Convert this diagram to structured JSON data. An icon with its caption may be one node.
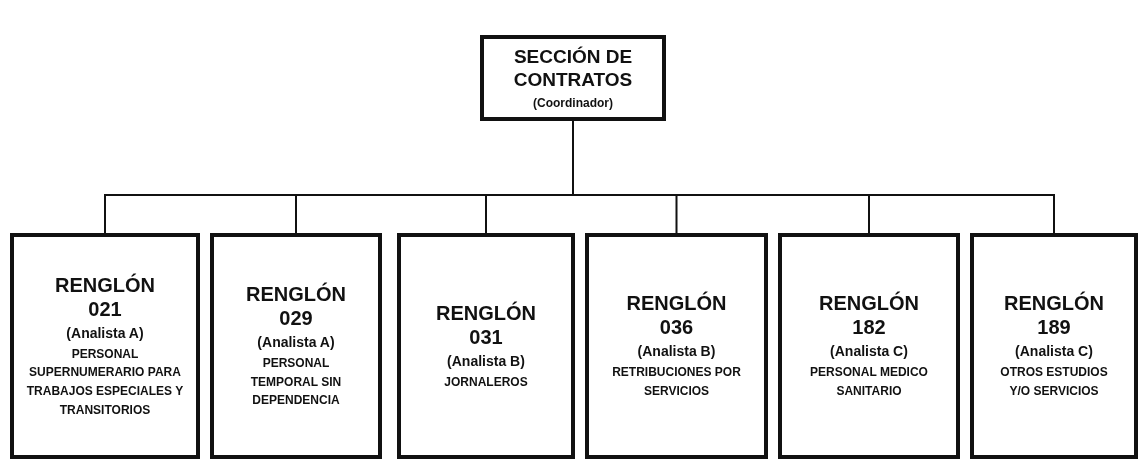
{
  "diagram": {
    "nodes": [
      {
        "text": [
          "SECCIÓN DE CONTRATOS",
          "(Coordinador)"
        ]
      },
      {
        "text": [
          "RENGLÓN 021",
          "(Analista A)",
          "PERSONAL SUPERNUMERARIO PARA TRABAJOS ESPECIALES Y TRANSITORIOS"
        ]
      },
      {
        "text": [
          "RENGLÓN 029",
          "(Analista A)",
          "PERSONAL TEMPORAL SIN DEPENDENCIA"
        ]
      },
      {
        "text": [
          "RENGLÓN 031",
          "(Analista B)",
          "JORNALEROS"
        ]
      },
      {
        "text": [
          "RENGLÓN 036",
          "(Analista B)",
          "RETRIBUCIONES POR SERVICIOS"
        ]
      },
      {
        "text": [
          "RENGLÓN 182",
          "(Analista C)",
          "PERSONAL MEDICO SANITARIO"
        ]
      },
      {
        "text": [
          "RENGLÓN 189",
          "(Analista C)",
          "OTROS ESTUDIOS Y/O SERVICIOS"
        ]
      }
    ],
    "edges": [
      {
        "from": 0,
        "to": 1,
        "arrow": "none"
      },
      {
        "from": 0,
        "to": 2,
        "arrow": "none"
      },
      {
        "from": 0,
        "to": 3,
        "arrow": "none"
      },
      {
        "from": 0,
        "to": 4,
        "arrow": "none"
      },
      {
        "from": 0,
        "to": 5,
        "arrow": "none"
      },
      {
        "from": 0,
        "to": 6,
        "arrow": "none"
      }
    ]
  }
}
